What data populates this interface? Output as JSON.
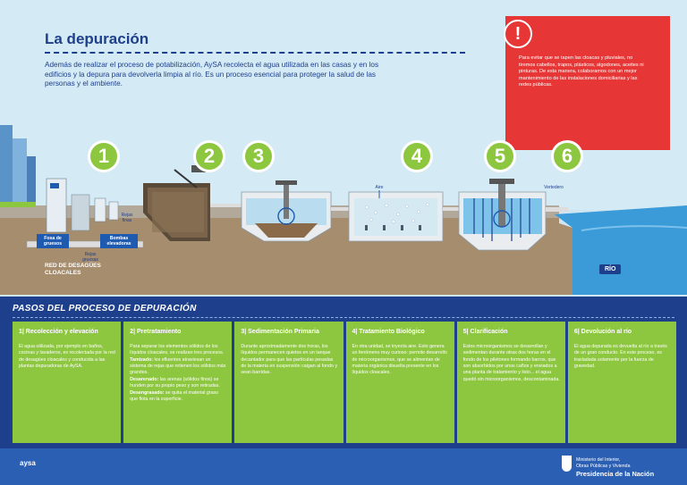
{
  "header": {
    "title": "La depuración",
    "intro": "Además de realizar el proceso de potabilización, AySA recolecta el agua utilizada en las casas y en los edificios y la depura para devolverla limpia al río. Es un proceso esencial para proteger la salud de las personas y el ambiente."
  },
  "warning": {
    "text": "Para evitar que se tapen las cloacas y pluviales, no tiremos cabellos, trapos, plásticos, algodones, aceites ni pinturas. De esta manera, colaboramos con un mejor mantenimiento de las instalaciones domiciliarias y las redes públicas."
  },
  "diagram": {
    "numbers": [
      "1",
      "2",
      "3",
      "4",
      "5",
      "6"
    ],
    "labels": {
      "fosa": "Fosa de gruesos",
      "bombas": "Bombas elevadoras",
      "rejas_finas": "Rejas finas",
      "rejas_gruesas": "Rejas gruesas",
      "red": "RED DE DESAGÜES CLOACALES",
      "aire": "Aire",
      "vertedero": "Vertedero",
      "rio": "RÍO"
    }
  },
  "steps": {
    "title": "PASOS DEL PROCESO DE DEPURACIÓN",
    "items": [
      {
        "title": "1| Recolección y elevación",
        "body": "El agua utilizada, por ejemplo en baños, cocinas y lavaderos, es recolectada por la red de desagües cloacales y conducida a las plantas depuradoras de AySA."
      },
      {
        "title": "2| Pretratamiento",
        "body": "Para separar los elementos sólidos de los líquidos cloacales, se realizan tres procesos.",
        "sub": [
          {
            "term": "Tamizado:",
            "text": " los efluentes atraviesan un sistema de rejas que retienen los sólidos más grandes."
          },
          {
            "term": "Desarenado:",
            "text": " las arenas (sólidos finos) se hunden por su propio peso y son retiradas."
          },
          {
            "term": "Desengrasado:",
            "text": " se quita el material graso que flota en la superficie."
          }
        ]
      },
      {
        "title": "3| Sedimentación Primaria",
        "body": "Durante aproximadamente dos horas, los líquidos permanecen quietos en un tanque decantador para que las partículas pesadas de la materia en suspensión caigan al fondo y sean barridas."
      },
      {
        "title": "4| Tratamiento Biológico",
        "body": "En otra unidad, se inyecta aire. Esto genera un fenómeno muy curioso: permite desarrollo de microorganismos, que se alimentan de materia orgánica disuelta presente en los líquidos cloacales."
      },
      {
        "title": "5| Clarificación",
        "body": "Estos microorganismos se desarrollan y sedimentan durante otras dos horas en el fondo de los piletones formando barros, que son absorbidos por unos caños y enviados a una planta de tratamiento y listo... el agua quedó sin microorganismos, descontaminada."
      },
      {
        "title": "6| Devolución al río",
        "body": "El agua depurada es devuelta al río a través de un gran conducto. En este proceso, es trasladada solamente por la fuerza de gravedad."
      }
    ]
  },
  "footer": {
    "logo": "aysa",
    "ministry_line1": "Ministerio del Interior,",
    "ministry_line2": "Obras Públicas y Vivienda",
    "ministry_line3": "Presidencia de la Nación"
  }
}
